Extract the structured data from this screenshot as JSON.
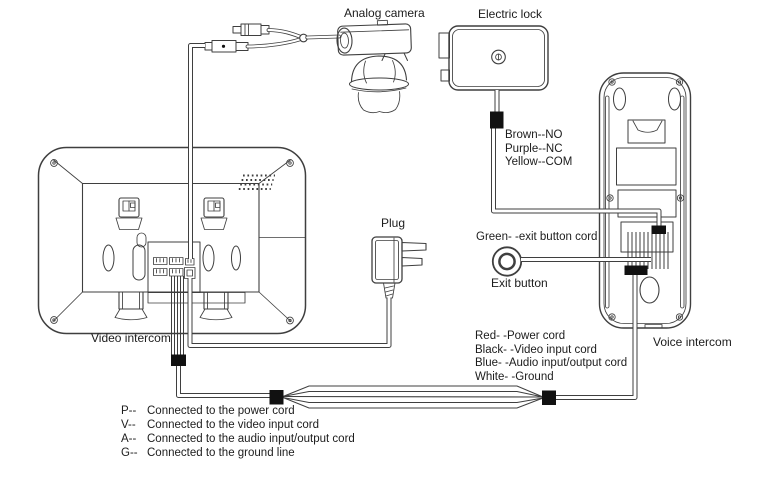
{
  "labels": {
    "analog_camera": "Analog camera",
    "electric_lock": "Electric lock",
    "plug": "Plug",
    "video_intercom": "Video intercom",
    "voice_intercom": "Voice intercom",
    "exit_button": "Exit button",
    "exit_button_cord": "Green- -exit button cord"
  },
  "electric_lock_wires": [
    "Brown--NO",
    "Purple--NC",
    "Yellow--COM"
  ],
  "voice_intercom_wires": [
    "Red- -Power cord",
    "Black- -Video input cord",
    "Blue- -Audio input/output cord",
    "White- -Ground"
  ],
  "terminal_legend": [
    {
      "key": "P--",
      "text": "Connected to the power cord"
    },
    {
      "key": "V--",
      "text": "Connected to the video input cord"
    },
    {
      "key": "A--",
      "text": "Connected to the audio input/output cord"
    },
    {
      "key": "G--",
      "text": "Connected to the ground line"
    }
  ],
  "colors": {
    "line": "#3f3f3f",
    "connector_block": "#111111",
    "text": "#1c1c1c",
    "background": "#ffffff"
  }
}
